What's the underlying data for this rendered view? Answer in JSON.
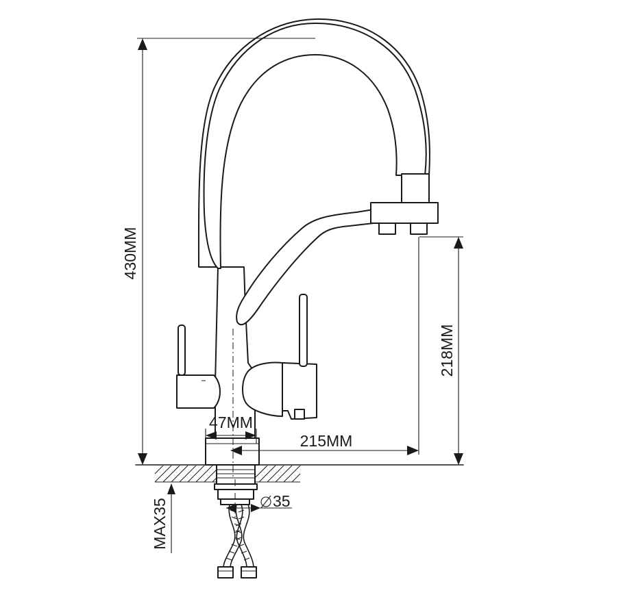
{
  "dimensions": {
    "total_height": "430MM",
    "spout_height": "218MM",
    "spout_reach": "215MM",
    "base_diameter": "47MM",
    "hole_diameter": "35",
    "max_thickness": "MAX35"
  },
  "colors": {
    "line": "#1a1a1a",
    "background": "#ffffff"
  }
}
